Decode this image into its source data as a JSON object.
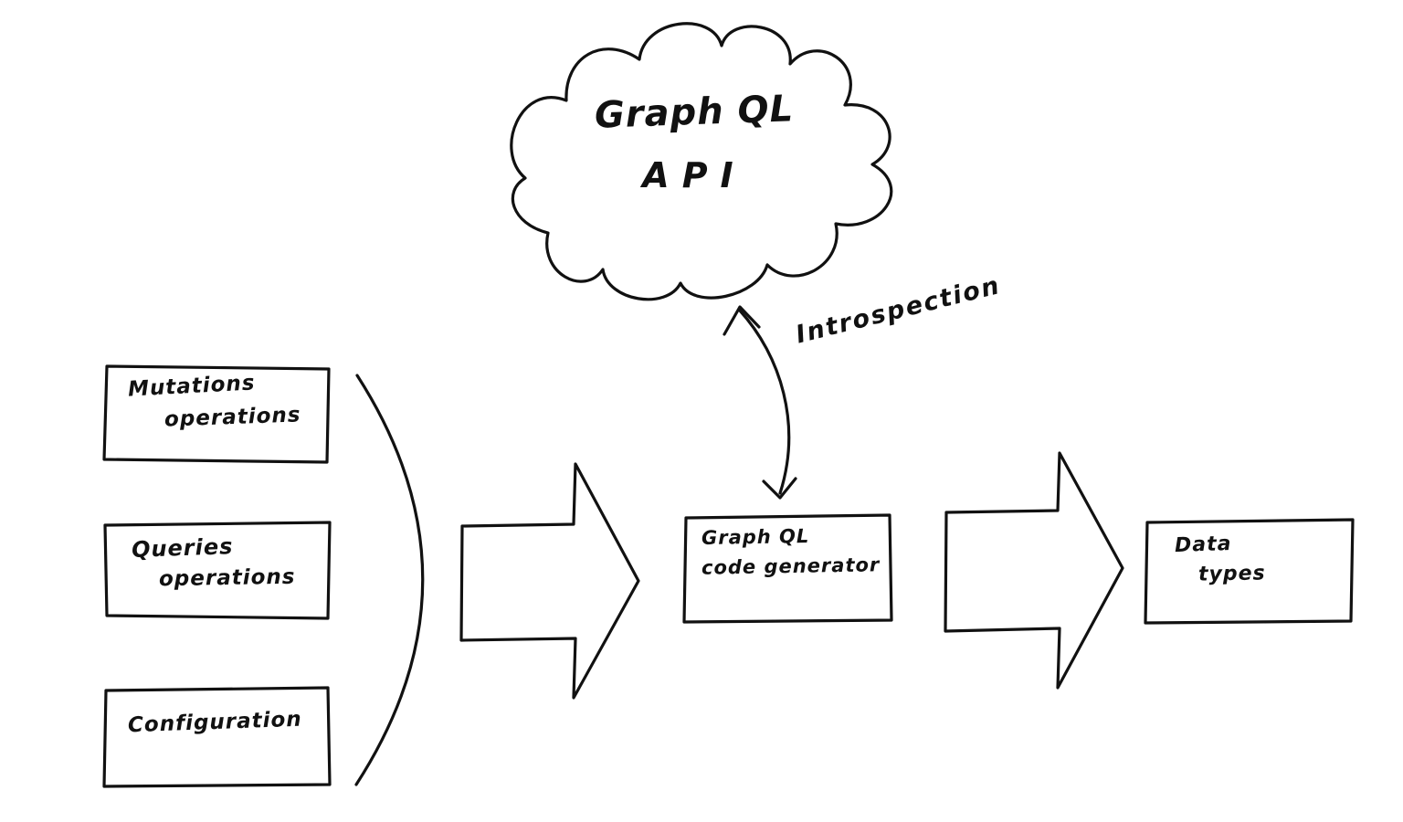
{
  "diagram": {
    "cloud": {
      "line1": "Graph QL",
      "line2": "API"
    },
    "introspection_label": "Introspection",
    "inputs": [
      {
        "lines": [
          "Mutations",
          "operations"
        ]
      },
      {
        "lines": [
          "Queries",
          "operations"
        ]
      },
      {
        "lines": [
          "Configuration"
        ]
      }
    ],
    "generator": {
      "line1": "Graph QL",
      "line2": "code generator"
    },
    "output": {
      "line1": "Data",
      "line2": "types"
    },
    "colors": {
      "ink": "#111111",
      "background": "#ffffff"
    }
  }
}
